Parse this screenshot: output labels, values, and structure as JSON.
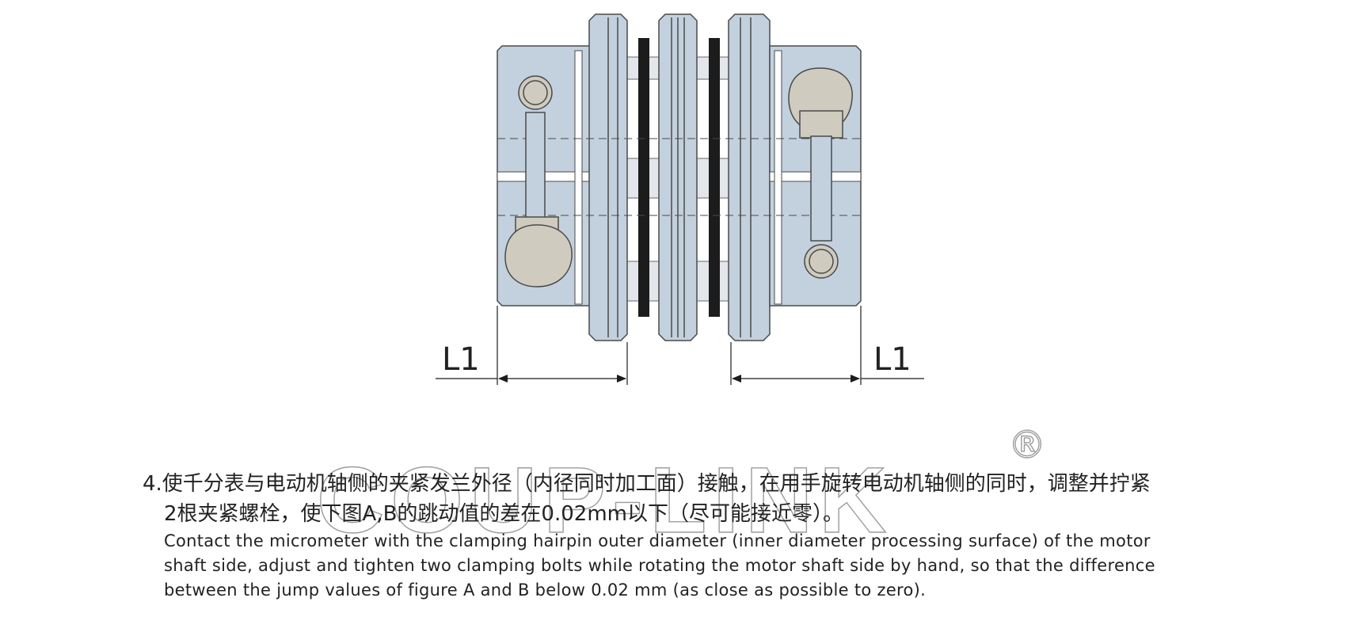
{
  "diagram": {
    "dim_left_label": "L1",
    "dim_right_label": "L1",
    "watermark": "COUP-LINK",
    "registered_mark": "®",
    "colors": {
      "hub": "#c3d1de",
      "outline": "#4a4a4a",
      "screw_head": "#cfcbbf",
      "disc": "#1c1c1c",
      "watermark": "#9c9c9c"
    }
  },
  "instruction": {
    "cn_line1": "4.使千分表与电动机轴侧的夹紧发兰外径（内径同时加工面）接触，在用手旋转电动机轴侧的同时，调整并拧紧",
    "cn_line2": "2根夹紧螺栓，使下图A,B的跳动值的差在0.02mm以下（尽可能接近零）。",
    "en_line1": "Contact the micrometer with the clamping hairpin outer diameter (inner diameter processing surface) of the motor",
    "en_line2": "shaft side, adjust and tighten two clamping bolts while rotating the motor shaft side by hand, so that the difference",
    "en_line3": "between the jump values of figure A and B below 0.02 mm (as close as possible to zero)."
  }
}
